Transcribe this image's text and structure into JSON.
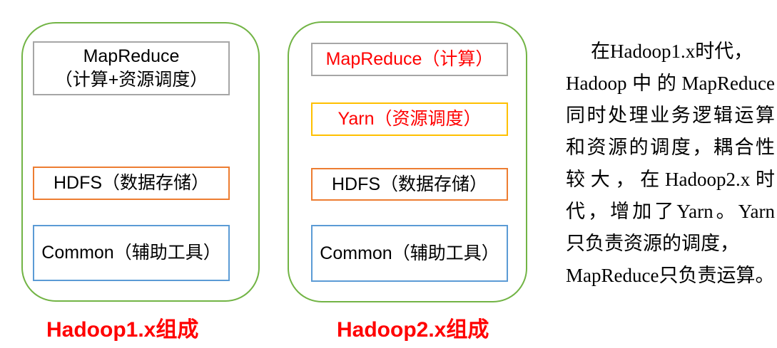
{
  "colors": {
    "panel_border_green": "#72b445",
    "box_border_gray": "#a6a6a6",
    "box_border_orange": "#ed7d31",
    "box_border_blue": "#5b9bd5",
    "box_border_gold": "#ffc000",
    "highlight_red": "#ff0000",
    "text_black": "#000000"
  },
  "hadoop1": {
    "caption": "Hadoop1.x组成",
    "mapreduce_line1": "MapReduce",
    "mapreduce_line2": "（计算+资源调度）",
    "hdfs": "HDFS（数据存储）",
    "common": "Common（辅助工具）"
  },
  "hadoop2": {
    "caption": "Hadoop2.x组成",
    "mapreduce": "MapReduce（计算）",
    "yarn": "Yarn（资源调度）",
    "hdfs": "HDFS（数据存储）",
    "common": "Common（辅助工具）"
  },
  "note": {
    "full_text": "在Hadoop1.x时代，Hadoop中的MapReduce同时处理业务逻辑运算和资源的调度，耦合性较大，在Hadoop2.x时代，增加了Yarn。Yarn只负责资源的调度，MapReduce只负责运算。",
    "lines": [
      "在Hadoop1.x时代，",
      "Hadoop中的MapReduce",
      "同时处理业务逻辑运算",
      "和资源的调度，耦合性",
      "较大，在Hadoop2.x时",
      "代，增加了Yarn。Yarn",
      "只负责资源的调度，",
      "MapReduce只负责运算。"
    ]
  }
}
